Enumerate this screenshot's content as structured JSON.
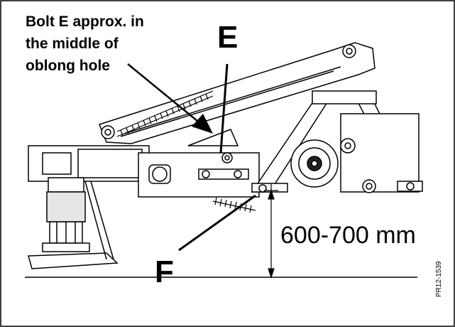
{
  "note": {
    "line1": "Bolt E approx. in",
    "line2": "the middle of",
    "line3": "oblong hole"
  },
  "labels": {
    "e": "E",
    "f": "F"
  },
  "dimension": "600-700 mm",
  "figure_code": "PR12-1539"
}
